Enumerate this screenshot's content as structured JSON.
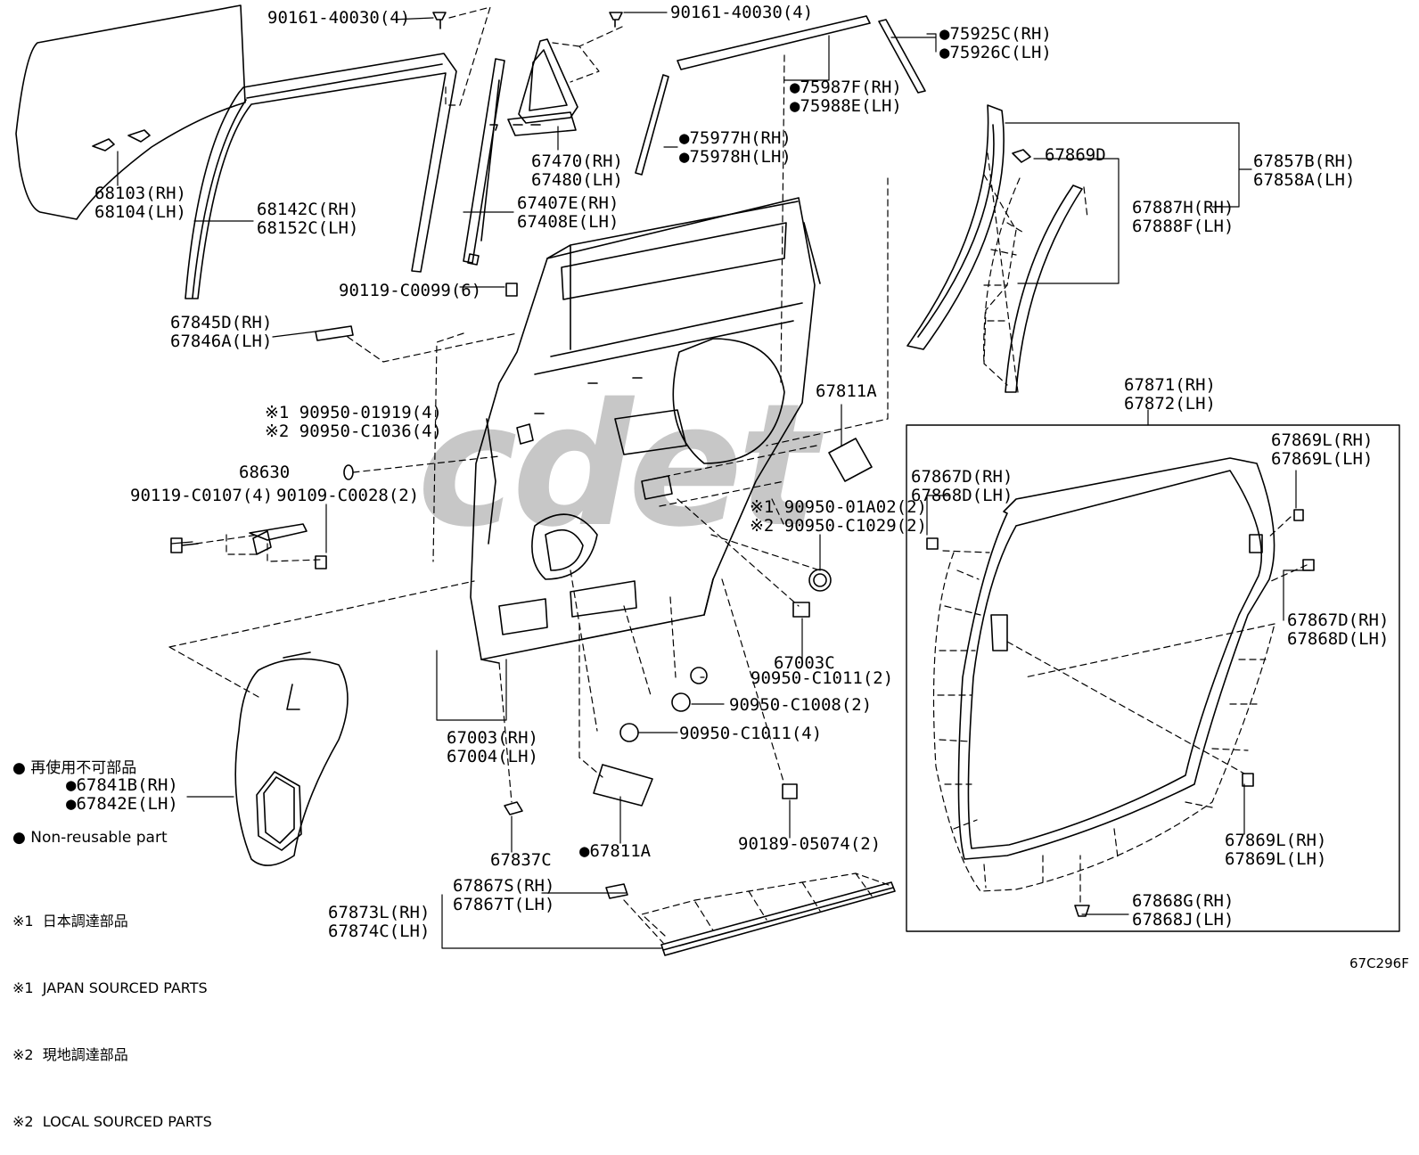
{
  "labels": [
    {
      "id": "l01",
      "lines": [
        "90161-40030(4)"
      ]
    },
    {
      "id": "l02",
      "lines": [
        "90161-40030(4)"
      ]
    },
    {
      "id": "l03",
      "lines": [
        "●75925C(RH)",
        "●75926C(LH)"
      ]
    },
    {
      "id": "l04",
      "lines": [
        "●75987F(RH)",
        "●75988E(LH)"
      ]
    },
    {
      "id": "l05",
      "lines": [
        "●75977H(RH)",
        "●75978H(LH)"
      ]
    },
    {
      "id": "l06",
      "lines": [
        "67470(RH)",
        "67480(LH)"
      ]
    },
    {
      "id": "l07",
      "lines": [
        "68103(RH)",
        "68104(LH)"
      ]
    },
    {
      "id": "l08",
      "lines": [
        "68142C(RH)",
        "68152C(LH)"
      ]
    },
    {
      "id": "l09",
      "lines": [
        "67407E(RH)",
        "67408E(LH)"
      ]
    },
    {
      "id": "l10",
      "lines": [
        "67869D"
      ]
    },
    {
      "id": "l11",
      "lines": [
        "67857B(RH)",
        "67858A(LH)"
      ]
    },
    {
      "id": "l12",
      "lines": [
        "67887H(RH)",
        "67888F(LH)"
      ]
    },
    {
      "id": "l13",
      "lines": [
        "90119-C0099(6)"
      ]
    },
    {
      "id": "l14",
      "lines": [
        "67845D(RH)",
        "67846A(LH)"
      ]
    },
    {
      "id": "l15",
      "lines": [
        "67811A"
      ]
    },
    {
      "id": "l16",
      "lines": [
        "67871(RH)",
        "67872(LH)"
      ]
    },
    {
      "id": "l17",
      "lines": [
        "※1 90950-01919(4)",
        "※2 90950-C1036(4)"
      ]
    },
    {
      "id": "l18",
      "lines": [
        "68630"
      ]
    },
    {
      "id": "l19",
      "lines": [
        "67869L(RH)",
        "67869L(LH)"
      ]
    },
    {
      "id": "l20",
      "lines": [
        "67867D(RH)",
        "67868D(LH)"
      ]
    },
    {
      "id": "l21",
      "lines": [
        "90119-C0107(4)"
      ]
    },
    {
      "id": "l22",
      "lines": [
        "90109-C0028(2)"
      ]
    },
    {
      "id": "l23",
      "lines": [
        "※1 90950-01A02(2)",
        "※2 90950-C1029(2)"
      ]
    },
    {
      "id": "l24",
      "lines": [
        "67867D(RH)",
        "67868D(LH)"
      ]
    },
    {
      "id": "l25",
      "lines": [
        "67003C"
      ]
    },
    {
      "id": "l26",
      "lines": [
        "90950-C1011(2)"
      ]
    },
    {
      "id": "l27",
      "lines": [
        "90950-C1008(2)"
      ]
    },
    {
      "id": "l28",
      "lines": [
        "90950-C1011(4)"
      ]
    },
    {
      "id": "l29",
      "lines": [
        "67003(RH)",
        "67004(LH)"
      ]
    },
    {
      "id": "l30",
      "lines": [
        "●67841B(RH)",
        "●67842E(LH)"
      ]
    },
    {
      "id": "l31",
      "lines": [
        "67869L(RH)",
        "67869L(LH)"
      ]
    },
    {
      "id": "l32",
      "lines": [
        "90189-05074(2)"
      ]
    },
    {
      "id": "l33",
      "lines": [
        "67837C"
      ]
    },
    {
      "id": "l34",
      "lines": [
        "●67811A"
      ]
    },
    {
      "id": "l35",
      "lines": [
        "67867S(RH)",
        "67867T(LH)"
      ]
    },
    {
      "id": "l36",
      "lines": [
        "67873L(RH)",
        "67874C(LH)"
      ]
    },
    {
      "id": "l37",
      "lines": [
        "67868G(RH)",
        "67868J(LH)"
      ]
    }
  ],
  "legend": [
    "● 再使用不可部品",
    "● Non-reusable part"
  ],
  "notes": [
    "※1  日本調達部品",
    "※1  JAPAN SOURCED PARTS",
    "※2  現地調達部品",
    "※2  LOCAL SOURCED PARTS"
  ],
  "watermark": "cdet",
  "figure_code": "67C296F"
}
